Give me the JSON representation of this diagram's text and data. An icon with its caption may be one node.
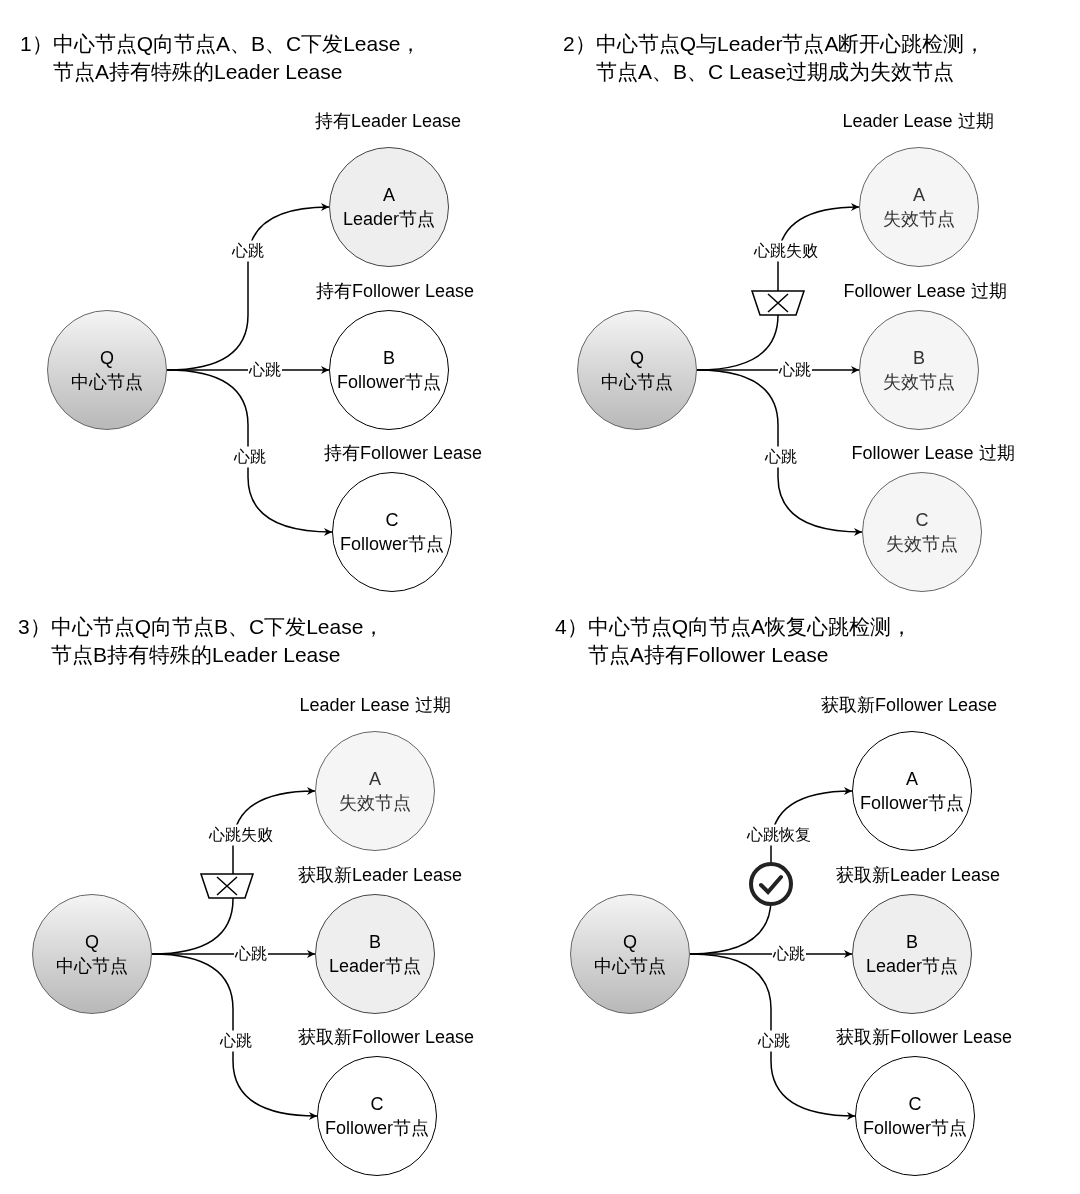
{
  "diagram": {
    "nodes": [
      {
        "text": [
          "Q",
          "中心节点"
        ]
      },
      {
        "text": [
          "A",
          "Leader节点"
        ],
        "beside": [
          "持有Leader Lease"
        ]
      },
      {
        "text": [
          "B",
          "Follower节点"
        ],
        "beside": [
          "持有Follower Lease"
        ]
      },
      {
        "text": [
          "C",
          "Follower节点"
        ],
        "beside": [
          "持有Follower Lease"
        ]
      },
      {
        "text": [
          "Q",
          "中心节点"
        ]
      },
      {
        "text": [
          "A",
          "失效节点"
        ],
        "beside": [
          "Leader Lease 过期"
        ]
      },
      {
        "text": [
          "B",
          "失效节点"
        ],
        "beside": [
          "Follower Lease 过期"
        ]
      },
      {
        "text": [
          "C",
          "失效节点"
        ],
        "beside": [
          "Follower Lease 过期"
        ]
      },
      {
        "text": [
          "Q",
          "中心节点"
        ]
      },
      {
        "text": [
          "A",
          "失效节点"
        ],
        "beside": [
          "Leader Lease 过期"
        ]
      },
      {
        "text": [
          "B",
          "Leader节点"
        ],
        "beside": [
          "获取新Leader Lease"
        ]
      },
      {
        "text": [
          "C",
          "Follower节点"
        ],
        "beside": [
          "获取新Follower Lease"
        ]
      },
      {
        "text": [
          "Q",
          "中心节点"
        ]
      },
      {
        "text": [
          "A",
          "Follower节点"
        ],
        "beside": [
          "获取新Follower Lease"
        ]
      },
      {
        "text": [
          "B",
          "Leader节点"
        ],
        "beside": [
          "获取新Leader Lease"
        ]
      },
      {
        "text": [
          "C",
          "Follower节点"
        ],
        "beside": [
          "获取新Follower Lease"
        ]
      }
    ],
    "edges": [
      {
        "from": 0,
        "to": 1,
        "arrow": "to",
        "label": "心跳"
      },
      {
        "from": 0,
        "to": 2,
        "arrow": "to",
        "label": "心跳"
      },
      {
        "from": 0,
        "to": 3,
        "arrow": "to",
        "label": "心跳"
      },
      {
        "from": 4,
        "to": 5,
        "arrow": "to",
        "label": "心跳失败"
      },
      {
        "from": 4,
        "to": 6,
        "arrow": "to",
        "label": "心跳"
      },
      {
        "from": 4,
        "to": 7,
        "arrow": "to",
        "label": "心跳"
      },
      {
        "from": 8,
        "to": 9,
        "arrow": "to",
        "label": "心跳失败"
      },
      {
        "from": 8,
        "to": 10,
        "arrow": "to",
        "label": "心跳"
      },
      {
        "from": 8,
        "to": 11,
        "arrow": "to",
        "label": "心跳"
      },
      {
        "from": 12,
        "to": 13,
        "arrow": "to",
        "label": "心跳恢复"
      },
      {
        "from": 12,
        "to": 14,
        "arrow": "to",
        "label": "心跳"
      },
      {
        "from": 12,
        "to": 15,
        "arrow": "to",
        "label": "心跳"
      }
    ],
    "labels": [
      "1）中心节点Q向节点A、B、C下发Lease，节点A持有特殊的Leader Lease",
      "2）中心节点Q与Leader节点A断开心跳检测，节点A、B、C Lease过期成为失效节点",
      "3）中心节点Q向节点B、C下发Lease，节点B持有特殊的Leader Lease",
      "4）中心节点Q向节点A恢复心跳检测，节点A持有Follower Lease"
    ]
  }
}
